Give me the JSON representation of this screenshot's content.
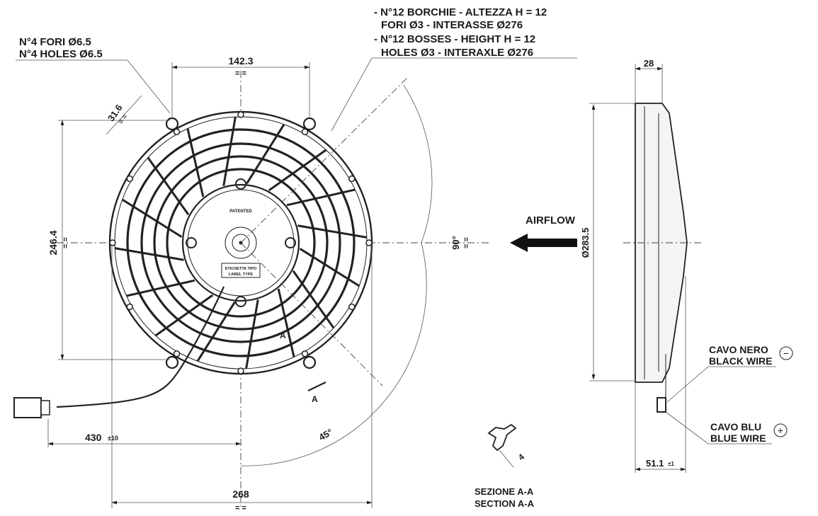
{
  "notes": {
    "holes_it": "N°4 FORI Ø6.5",
    "holes_en": "N°4 HOLES Ø6.5",
    "bosses_it_1": "- N°12 BORCHIE - ALTEZZA H = 12",
    "bosses_it_2": "FORI Ø3 - INTERASSE Ø276",
    "bosses_en_1": "- N°12 BOSSES - HEIGHT H = 12",
    "bosses_en_2": "HOLES Ø3 - INTERAXLE Ø276"
  },
  "dimensions": {
    "hole_spacing": "142.3",
    "boss_offset": "31.6",
    "vertical_spacing": "246.4",
    "overall_width": "268",
    "cable_length": "430",
    "cable_tolerance": "±10",
    "angle_90": "90°",
    "angle_45": "45°",
    "depth": "28",
    "diameter": "Ø283.5",
    "total_depth": "51.1",
    "total_depth_tolerance": "±1",
    "section_width": "4",
    "equal_mark": "= ="
  },
  "labels": {
    "airflow": "AIRFLOW",
    "section_marker": "A",
    "section_it": "SEZIONE A-A",
    "section_en": "SECTION A-A",
    "patented": "PATENTED",
    "label_type_it": "ETICHETTA TIPO",
    "label_type_en": "LABEL TYPE",
    "black_wire_it": "CAVO NERO",
    "black_wire_en": "BLACK WIRE",
    "black_wire_sign": "−",
    "blue_wire_it": "CAVO BLU",
    "blue_wire_en": "BLUE WIRE",
    "blue_wire_sign": "+"
  }
}
